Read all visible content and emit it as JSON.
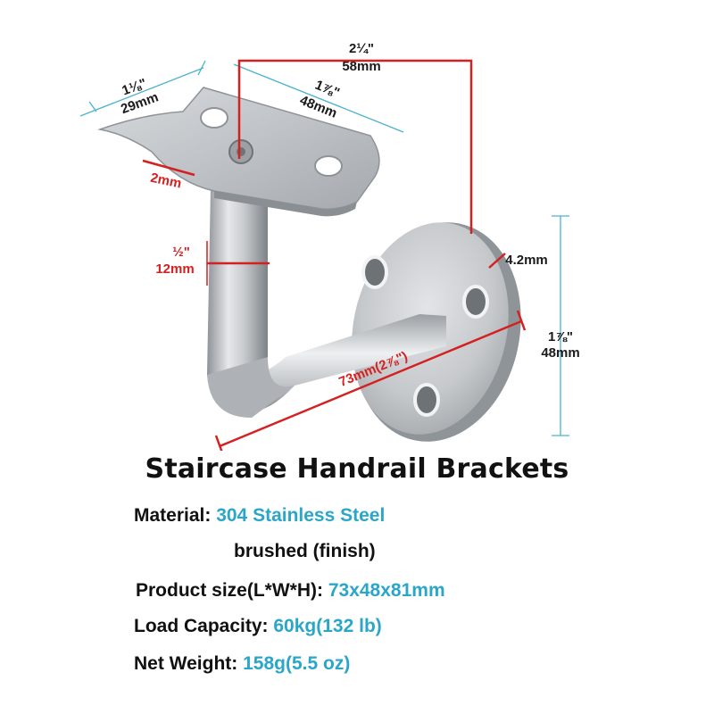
{
  "dimensions": {
    "plate_width_frac": "1⅛\"",
    "plate_width_mm": "29mm",
    "plate_length_frac": "1⅞\"",
    "plate_length_mm": "48mm",
    "offset_frac": "2¼\"",
    "offset_mm": "58mm",
    "plate_thickness": "2mm",
    "rod_frac": "½\"",
    "rod_mm": "12mm",
    "flange_thickness": "4.2mm",
    "flange_dia_frac": "1⅞\"",
    "flange_dia_mm": "48mm",
    "arm_length": "73mm(2⅞\")"
  },
  "title": "Staircase Handrail Brackets",
  "specs": {
    "material_label": "Material:",
    "material_value": "304 Stainless Steel",
    "finish_value": "brushed (finish)",
    "size_label": "Product size(L*W*H):",
    "size_value": "73x48x81mm",
    "load_label": "Load Capacity:",
    "load_value": "60kg(132 lb)",
    "weight_label": "Net Weight:",
    "weight_value": "158g(5.5 oz)"
  },
  "colors": {
    "accent_blue": "#2aa6c8",
    "dimension_red": "#d42020",
    "steel": "#b8bcc0"
  }
}
